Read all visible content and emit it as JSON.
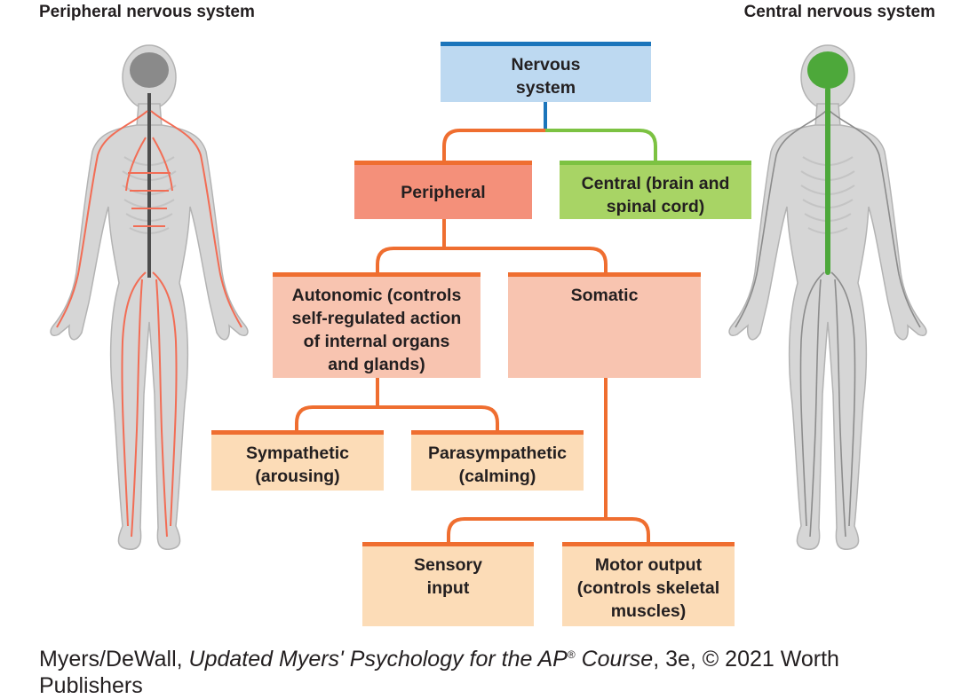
{
  "headings": {
    "left": "Peripheral nervous system",
    "right": "Central nervous system"
  },
  "nodes": {
    "nervous": [
      "Nervous",
      "system"
    ],
    "peripheral": [
      "Peripheral"
    ],
    "central": [
      "Central (brain and",
      "spinal cord)"
    ],
    "autonomic": [
      "Autonomic (controls",
      "self-regulated action",
      "of internal organs",
      "and glands)"
    ],
    "somatic": [
      "Somatic"
    ],
    "sympathetic": [
      "Sympathetic",
      "(arousing)"
    ],
    "parasympathetic": [
      "Parasympathetic",
      "(calming)"
    ],
    "sensory": [
      "Sensory",
      "input"
    ],
    "motor": [
      "Motor output",
      "(controls skeletal",
      "muscles)"
    ]
  },
  "credit": {
    "authors": "Myers/DeWall, ",
    "title_part1": "Updated Myers' Psychology for the AP",
    "registered": "®",
    "title_part2": " Course",
    "rest": ", 3e, © 2021 Worth",
    "line2": "Publishers"
  },
  "colors": {
    "nervous_fill": "#bdd9f1",
    "nervous_bar": "#1b75bb",
    "peripheral_fill": "#f4907a",
    "central_fill": "#a8d465",
    "central_line": "#7cc242",
    "orange_line": "#ef6e30",
    "salmon_fill": "#f8c4b0",
    "peach_fill": "#fcdcb7",
    "body_fill": "#d6d6d6",
    "nerve_red": "#f26d55",
    "spine_green": "#4da83a"
  },
  "illustrations": {
    "left": "peripheral-nervous-system-figure",
    "right": "central-nervous-system-figure"
  }
}
